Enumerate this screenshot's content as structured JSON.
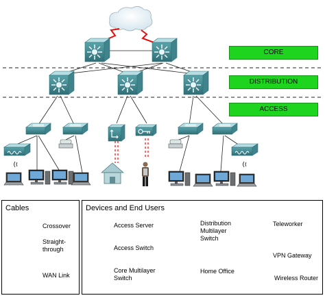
{
  "layers": {
    "core": "CORE",
    "distribution": "DISTRIBUTION",
    "access": "ACCESS"
  },
  "colors": {
    "layer_badge": "#1fd41f",
    "device_teal": "#4f9aa2",
    "wan_link": "#e01010",
    "dashed_divider": "#222222"
  },
  "legend": {
    "cables": {
      "title": "Cables",
      "crossover": "Crossover",
      "straight_through": "Straight-\nthrough",
      "wan_link": "WAN Link"
    },
    "devices": {
      "title": "Devices and End Users",
      "access_server": "Access Server",
      "access_switch": "Access Switch",
      "core_multilayer_switch": "Core Multilayer\nSwitch",
      "distribution_multilayer_switch": "Distribution\nMultilayer\nSwitch",
      "home_office": "Home Office",
      "teleworker": "Teleworker",
      "vpn_gateway": "VPN Gateway",
      "wireless_router": "Wireless Router"
    }
  },
  "icons": {
    "cloud": "cloud-icon",
    "core_switch": "core-multilayer-switch-icon",
    "distribution_switch": "distribution-multilayer-switch-icon",
    "access_switch": "access-switch-icon",
    "access_server": "access-server-icon",
    "vpn_gateway": "vpn-gateway-icon",
    "wireless_router": "wireless-router-icon",
    "ip_phone": "ip-phone-icon",
    "laptop": "laptop-icon",
    "desktop": "desktop-computer-icon",
    "home_office": "home-office-icon",
    "teleworker": "teleworker-icon"
  }
}
